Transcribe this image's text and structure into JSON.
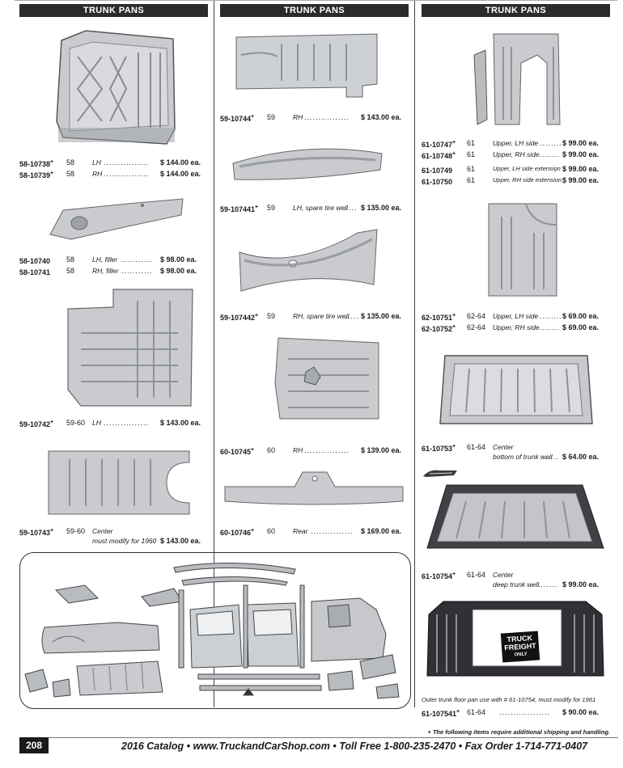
{
  "headers": [
    "TRUNK PANS",
    "TRUNK PANS",
    "TRUNK PANS"
  ],
  "col1": [
    {
      "num": "58-10738",
      "plus": "+",
      "yr": "58",
      "desc": "LH",
      "price": "$ 144.00 ea."
    },
    {
      "num": "58-10739",
      "plus": "+",
      "yr": "58",
      "desc": "RH",
      "price": "$ 144.00 ea."
    },
    {
      "num": "58-10740",
      "plus": "",
      "yr": "58",
      "desc": "LH, filler",
      "price": "$ 98.00 ea."
    },
    {
      "num": "58-10741",
      "plus": "",
      "yr": "58",
      "desc": "RH, filler",
      "price": "$ 98.00 ea."
    },
    {
      "num": "59-10742",
      "plus": "+",
      "yr": "59-60",
      "desc": "LH",
      "price": "$ 143.00 ea."
    },
    {
      "num": "59-10743",
      "plus": "+",
      "yr": "59-60",
      "desc": "Center",
      "desc2": "must modify for 1960",
      "price": "$ 143.00 ea."
    }
  ],
  "col2": [
    {
      "num": "59-10744",
      "plus": "+",
      "yr": "59",
      "desc": "RH",
      "price": "$ 143.00 ea."
    },
    {
      "num": "59-107441",
      "plus": "+",
      "yr": "59",
      "desc": "LH, spare tire well",
      "price": "$ 135.00 ea."
    },
    {
      "num": "59-107442",
      "plus": "+",
      "yr": "59",
      "desc": "RH, spare tire well",
      "price": "$ 135.00 ea."
    },
    {
      "num": "60-10745",
      "plus": "+",
      "yr": "60",
      "desc": "RH",
      "price": "$ 139.00 ea."
    },
    {
      "num": "60-10746",
      "plus": "+",
      "yr": "60",
      "desc": "Rear",
      "price": "$ 169.00 ea."
    }
  ],
  "col3": [
    {
      "num": "61-10747",
      "plus": "+",
      "yr": "61",
      "desc": "Upper, LH side",
      "price": "$ 99.00 ea."
    },
    {
      "num": "61-10748",
      "plus": "+",
      "yr": "61",
      "desc": "Upper, RH side",
      "price": "$ 99.00 ea."
    },
    {
      "num": "61-10749",
      "plus": "",
      "yr": "61",
      "desc": "Upper, LH side extension",
      "price": "$ 99.00 ea."
    },
    {
      "num": "61-10750",
      "plus": "",
      "yr": "61",
      "desc": "Upper, RH side extension",
      "price": "$ 99.00 ea."
    },
    {
      "num": "62-10751",
      "plus": "+",
      "yr": "62-64",
      "desc": "Upper, LH side",
      "price": "$ 69.00 ea."
    },
    {
      "num": "62-10752",
      "plus": "+",
      "yr": "62-64",
      "desc": "Upper, RH side",
      "price": "$ 69.00 ea."
    },
    {
      "num": "61-10753",
      "plus": "+",
      "yr": "61-64",
      "desc": "Center",
      "desc2": "bottom of trunk well",
      "price": "$ 64.00 ea."
    },
    {
      "num": "61-10754",
      "plus": "+",
      "yr": "61-64",
      "desc": "Center",
      "desc2": "deep trunk well",
      "price": "$ 99.00 ea."
    },
    {
      "num": "61-107541",
      "plus": "+",
      "yr": "61-64",
      "desc": "",
      "price": "$ 90.00 ea."
    }
  ],
  "caption_61_107541": "Outer trunk floor pan use with # 61-10754, must modify for 1961",
  "badge": {
    "line1": "TRUCK",
    "line2": "FREIGHT",
    "line3": "ONLY"
  },
  "footer": {
    "page": "208",
    "note": "+ The following items require additional shipping and handling.",
    "line": "2016 Catalog  •  www.TruckandCarShop.com  •  Toll Free  1-800-235-2470  •  Fax Order  1-714-771-0407"
  },
  "colors": {
    "header_bg": "#2b2b2b",
    "part_fill": "#c9cbcf",
    "part_stroke": "#6d7075"
  }
}
